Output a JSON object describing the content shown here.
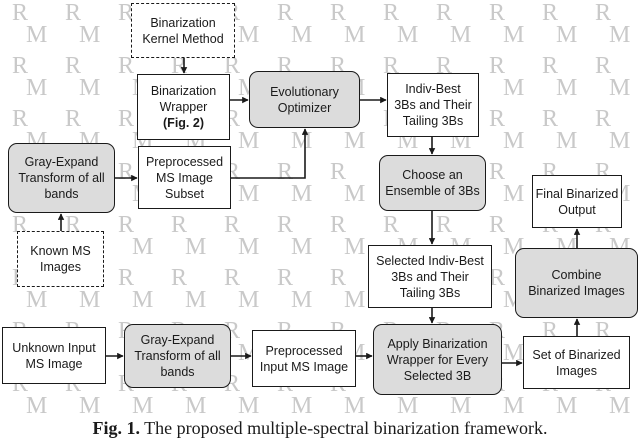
{
  "watermark": {
    "letter_top": "R",
    "letter_bottom": "M",
    "color": "#c9c9c9"
  },
  "colors": {
    "process_fill": "#dcdcdc",
    "data_fill": "#ffffff",
    "line": "#1a1a1a"
  },
  "boxes": {
    "kernel": {
      "lines": [
        "Binarization",
        "Kernel Method"
      ]
    },
    "wrapper": {
      "lines": [
        "Binarization",
        "Wrapper"
      ],
      "ref": "(Fig. 2)"
    },
    "optimizer": {
      "lines": [
        "Evolutionary",
        "Optimizer"
      ]
    },
    "best": {
      "lines": [
        "Indiv-Best",
        "3Bs and Their",
        "Tailing 3Bs"
      ]
    },
    "gray_expand1": {
      "lines": [
        "Gray-Expand",
        "Transform of all",
        "bands"
      ]
    },
    "subset": {
      "lines": [
        "Preprocessed",
        "MS Image",
        "Subset"
      ]
    },
    "choose": {
      "lines": [
        "Choose an",
        "Ensemble of 3Bs"
      ]
    },
    "final": {
      "lines": [
        "Final Binarized",
        "Output"
      ]
    },
    "known": {
      "lines": [
        "Known MS",
        "Images"
      ]
    },
    "selected": {
      "lines": [
        "Selected Indiv-Best",
        "3Bs and Their",
        "Tailing 3Bs"
      ]
    },
    "combine": {
      "lines": [
        "Combine",
        "Binarized Images"
      ]
    },
    "unknown": {
      "lines": [
        "Unknown Input",
        "MS Image"
      ]
    },
    "gray_expand2": {
      "lines": [
        "Gray-Expand",
        "Transform of all",
        "bands"
      ]
    },
    "preproc_in": {
      "lines": [
        "Preprocessed",
        "Input MS Image"
      ]
    },
    "apply": {
      "lines": [
        "Apply Binarization",
        "Wrapper for Every",
        "Selected 3B"
      ]
    },
    "set": {
      "lines": [
        "Set of Binarized",
        "Images"
      ]
    }
  },
  "caption": {
    "label": "Fig. 1.",
    "text": "The proposed multiple-spectral binarization framework."
  }
}
